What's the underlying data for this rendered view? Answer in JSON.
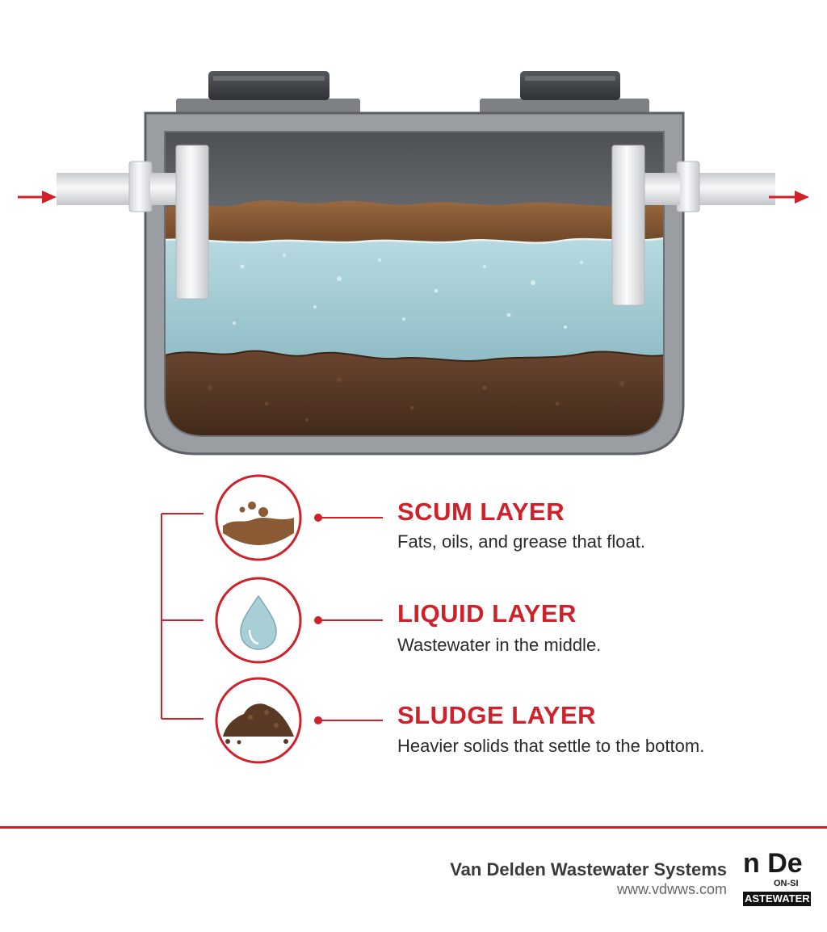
{
  "layers": [
    {
      "title": "SCUM LAYER",
      "description": "Fats, oils, and grease that float.",
      "icon": "scum-icon",
      "color": "#8a5a34"
    },
    {
      "title": "LIQUID LAYER",
      "description": "Wastewater in the middle.",
      "icon": "water-drop-icon",
      "color": "#a9cfd6"
    },
    {
      "title": "SLUDGE LAYER",
      "description": "Heavier solids that settle to the bottom.",
      "icon": "sludge-pile-icon",
      "color": "#5a3a25"
    }
  ],
  "colors": {
    "accent": "#d0212b",
    "tank_wall": "#8f9296",
    "scum": "#8a5a34",
    "liquid": "#a9cfd6",
    "sludge": "#5a3a25",
    "pipe": "#e6e8ea"
  },
  "footer": {
    "company": "Van Delden Wastewater Systems",
    "url": "www.vdwws.com",
    "logo_text_main": "n De",
    "logo_text_sub": "ON-SI",
    "logo_text_bar": "ASTEWATER"
  }
}
